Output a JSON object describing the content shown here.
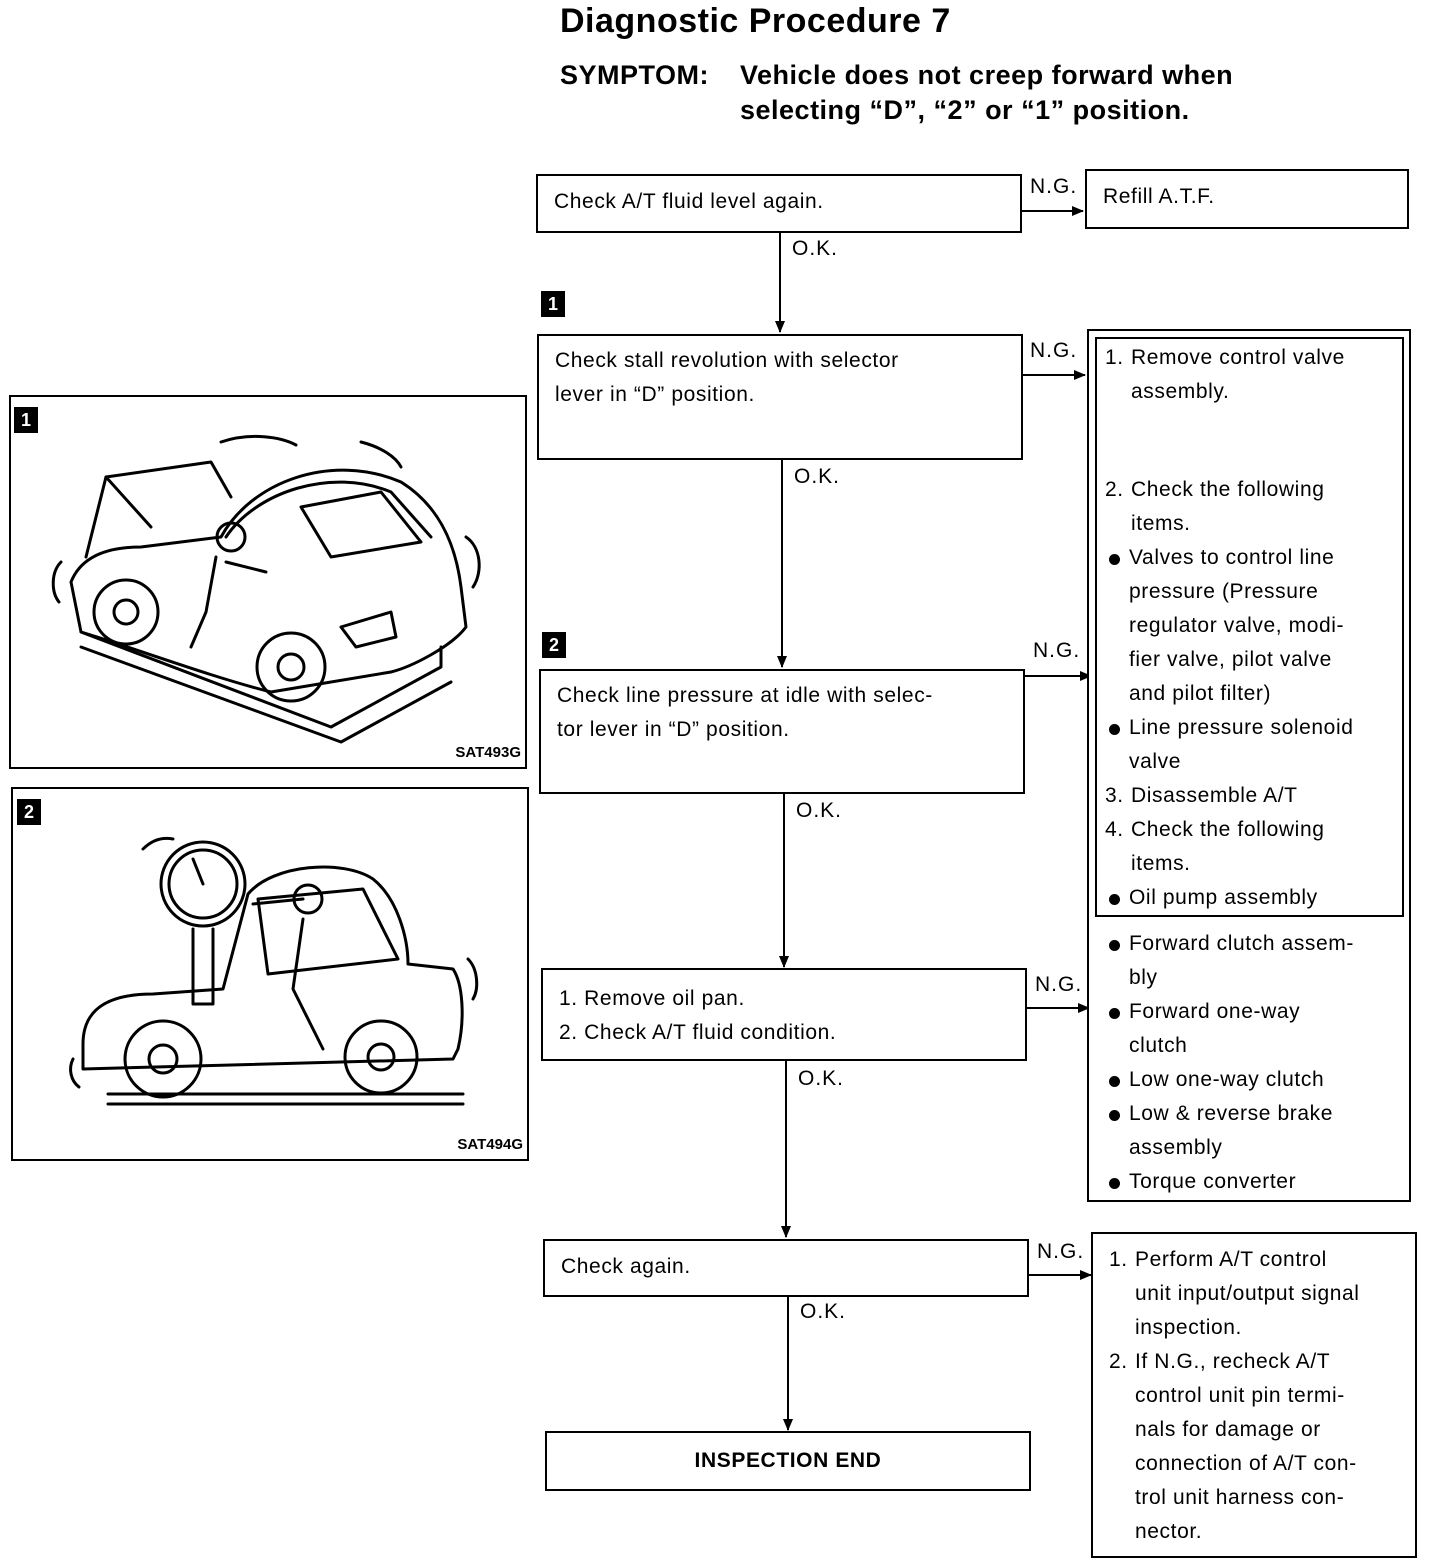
{
  "title": "Diagnostic Procedure 7",
  "symptom": {
    "label": "SYMPTOM:",
    "line1": "Vehicle does not creep forward when",
    "line2": "selecting “D”, “2” or “1” position."
  },
  "edge_labels": {
    "ng": "N.G.",
    "ok": "O.K."
  },
  "steps": {
    "s1": "Check A/T fluid level again.",
    "s2_line1": "Check stall revolution with selector",
    "s2_line2": "lever in “D” position.",
    "s3_line1": "Check line pressure at idle with selec-",
    "s3_line2": "tor lever in “D” position.",
    "s4_item1": "1. Remove oil pan.",
    "s4_item2": "2. Check A/T fluid condition.",
    "s5": "Check again.",
    "end": "INSPECTION END"
  },
  "badges": {
    "b1": "1",
    "b2": "2"
  },
  "results": {
    "refill": "Refill A.T.F.",
    "major": {
      "i1_num": "1.",
      "i1_a": "Remove control valve",
      "i1_b": "assembly.",
      "i2_num": "2.",
      "i2_a": "Check the following",
      "i2_b": "items.",
      "b1_a": "Valves to control line",
      "b1_b": "pressure (Pressure",
      "b1_c": "regulator valve, modi-",
      "b1_d": "fier valve, pilot valve",
      "b1_e": "and pilot filter)",
      "b2_a": "Line pressure solenoid",
      "b2_b": "valve",
      "i3_num": "3.",
      "i3": "Disassemble A/T",
      "i4_num": "4.",
      "i4_a": "Check the following",
      "i4_b": "items.",
      "b3": "Oil pump assembly",
      "b4_a": "Forward clutch assem-",
      "b4_b": "bly",
      "b5_a": "Forward one-way",
      "b5_b": "clutch",
      "b6": "Low one-way clutch",
      "b7_a": "Low & reverse brake",
      "b7_b": "assembly",
      "b8": "Torque converter"
    },
    "control": {
      "i1_num": "1.",
      "i1_a": "Perform A/T control",
      "i1_b": "unit input/output signal",
      "i1_c": "inspection.",
      "i2_num": "2.",
      "i2_a": "If N.G., recheck A/T",
      "i2_b": "control unit pin termi-",
      "i2_c": "nals for damage or",
      "i2_d": "connection of A/T con-",
      "i2_e": "trol unit harness con-",
      "i2_f": "nector."
    }
  },
  "illustrations": {
    "fig1": {
      "badge": "1",
      "code": "SAT493G"
    },
    "fig2": {
      "badge": "2",
      "code": "SAT494G"
    }
  }
}
